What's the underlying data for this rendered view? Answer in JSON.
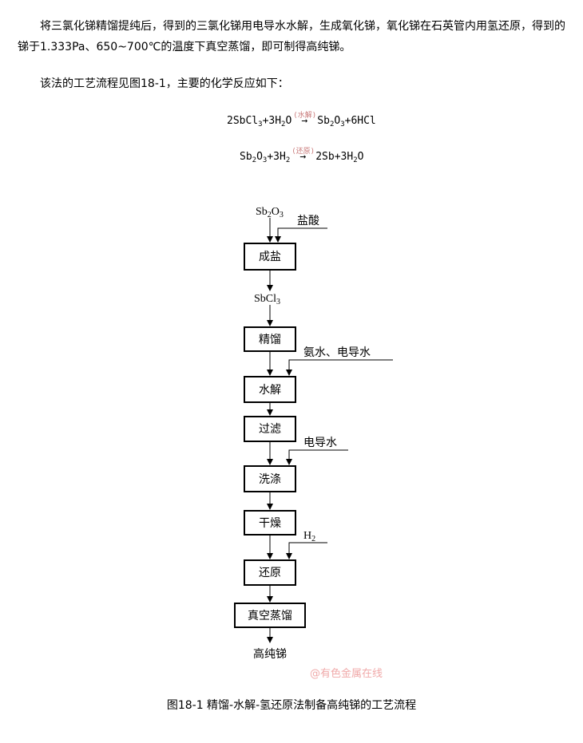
{
  "paragraphs": {
    "p1": "将三氯化锑精馏提纯后，得到的三氯化锑用电导水水解，生成氧化锑，氧化锑在石英管内用氢还原，得到的锑于1.333Pa、650~700℃的温度下真空蒸馏，即可制得高纯锑。",
    "p2": "该法的工艺流程见图18-1，主要的化学反应如下："
  },
  "equations": {
    "eq1": {
      "left_a": "2SbCl",
      "sub_a": "3",
      "left_b": "+3H",
      "sub_b": "2",
      "left_c": "O",
      "condition": "(水解)",
      "right_a": "Sb",
      "sub_c": "2",
      "right_b": "O",
      "sub_d": "3",
      "right_c": "+6HCl"
    },
    "eq2": {
      "left_a": "Sb",
      "sub_a": "2",
      "left_b": "O",
      "sub_b": "3",
      "left_c": "+3H",
      "sub_c": "2",
      "condition": "(还原)",
      "right_a": "2Sb+3H",
      "sub_d": "2",
      "right_b": "O"
    }
  },
  "flow": {
    "input_top": {
      "main": "Sb",
      "sub1": "2",
      "mid": "O",
      "sub2": "3"
    },
    "reagent_1": "盐酸",
    "box_1": "成盐",
    "mid_product": {
      "main": "SbCl",
      "sub": "3"
    },
    "box_2": "精馏",
    "reagent_2": "氨水、电导水",
    "box_3": "水解",
    "box_4": "过滤",
    "reagent_3": "电导水",
    "box_5": "洗涤",
    "box_6": "干燥",
    "reagent_4": {
      "main": "H",
      "sub": "2"
    },
    "box_7": "还原",
    "box_8": "真空蒸馏",
    "output": "高纯锑"
  },
  "watermark": "@有色金属在线",
  "caption": "图18-1 精馏-水解-氢还原法制备高纯锑的工艺流程"
}
